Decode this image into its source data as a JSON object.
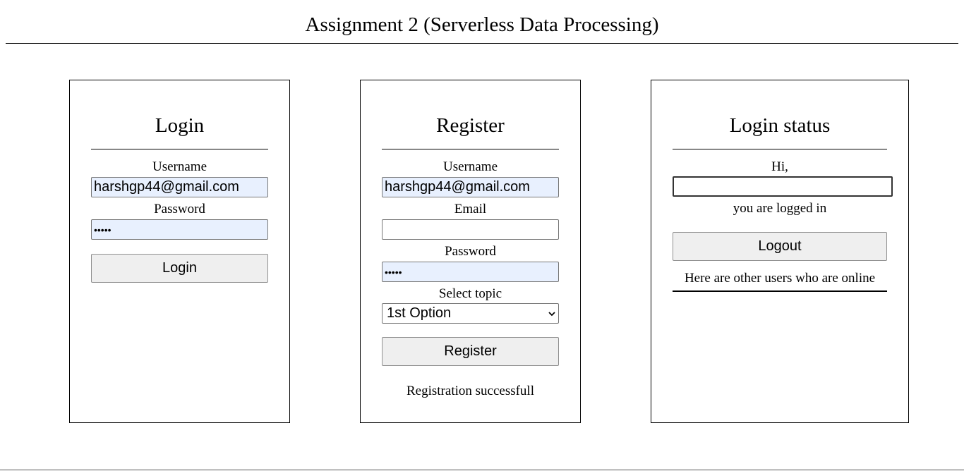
{
  "header": {
    "title": "Assignment 2 (Serverless Data Processing)"
  },
  "login": {
    "title": "Login",
    "username_label": "Username",
    "username_value": "harshgp44@gmail.com",
    "password_label": "Password",
    "password_value": "•••••",
    "button_label": "Login"
  },
  "register": {
    "title": "Register",
    "username_label": "Username",
    "username_value": "harshgp44@gmail.com",
    "email_label": "Email",
    "email_value": "",
    "password_label": "Password",
    "password_value": "•••••",
    "topic_label": "Select topic",
    "topic_selected": "1st Option",
    "button_label": "Register",
    "message": "Registration successfull"
  },
  "status": {
    "title": "Login status",
    "greeting": "Hi,",
    "name_value": "",
    "logged_in_text": "you are logged in",
    "logout_label": "Logout",
    "online_heading": "Here are other users who are online"
  },
  "colors": {
    "autofill_bg": "#e8f0fe",
    "button_bg": "#efefef",
    "border": "#000000"
  }
}
